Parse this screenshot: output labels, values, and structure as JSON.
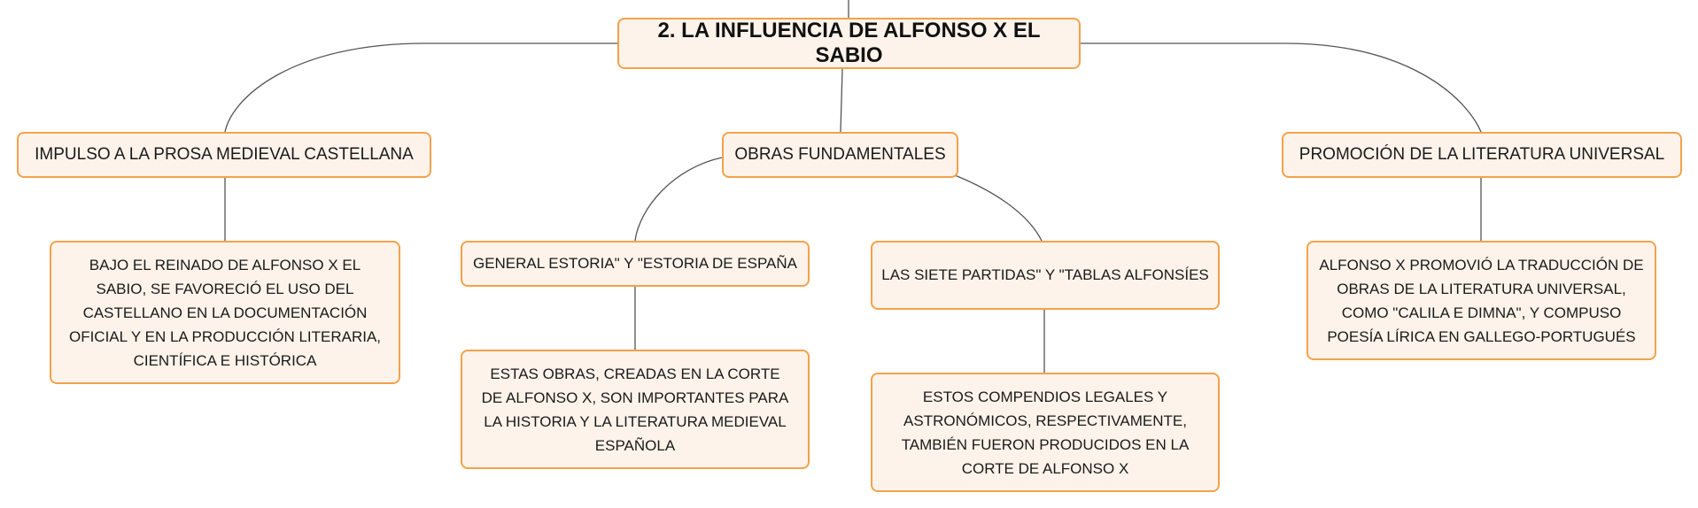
{
  "root": {
    "label": "2. LA INFLUENCIA DE ALFONSO X EL SABIO"
  },
  "branches": {
    "left": {
      "label": "IMPULSO A LA PROSA MEDIEVAL CASTELLANA",
      "detail": "BAJO EL REINADO DE ALFONSO X EL SABIO, SE FAVORECIÓ EL USO DEL CASTELLANO EN LA DOCUMENTACIÓN OFICIAL Y EN LA PRODUCCIÓN LITERARIA, CIENTÍFICA E HISTÓRICA"
    },
    "center": {
      "label": "OBRAS FUNDAMENTALES",
      "sub_left": {
        "label": "GENERAL ESTORIA\" Y \"ESTORIA DE ESPAÑA",
        "detail": "ESTAS OBRAS, CREADAS EN LA CORTE DE ALFONSO X, SON IMPORTANTES PARA LA HISTORIA Y LA LITERATURA MEDIEVAL ESPAÑOLA"
      },
      "sub_right": {
        "label": "LAS SIETE PARTIDAS\" Y \"TABLAS ALFONSÍES",
        "detail": "ESTOS COMPENDIOS LEGALES Y ASTRONÓMICOS, RESPECTIVAMENTE, TAMBIÉN FUERON PRODUCIDOS EN LA CORTE DE ALFONSO X"
      }
    },
    "right": {
      "label": "PROMOCIÓN DE LA LITERATURA UNIVERSAL",
      "detail": "ALFONSO X PROMOVIÓ LA TRADUCCIÓN DE OBRAS DE LA LITERATURA UNIVERSAL, COMO \"CALILA E DIMNA\", Y COMPUSO POESÍA LÍRICA EN GALLEGO-PORTUGUÉS"
    }
  },
  "colors": {
    "node_fill": "#fdf3ea",
    "node_border": "#f2a24b",
    "connector": "#555555"
  }
}
